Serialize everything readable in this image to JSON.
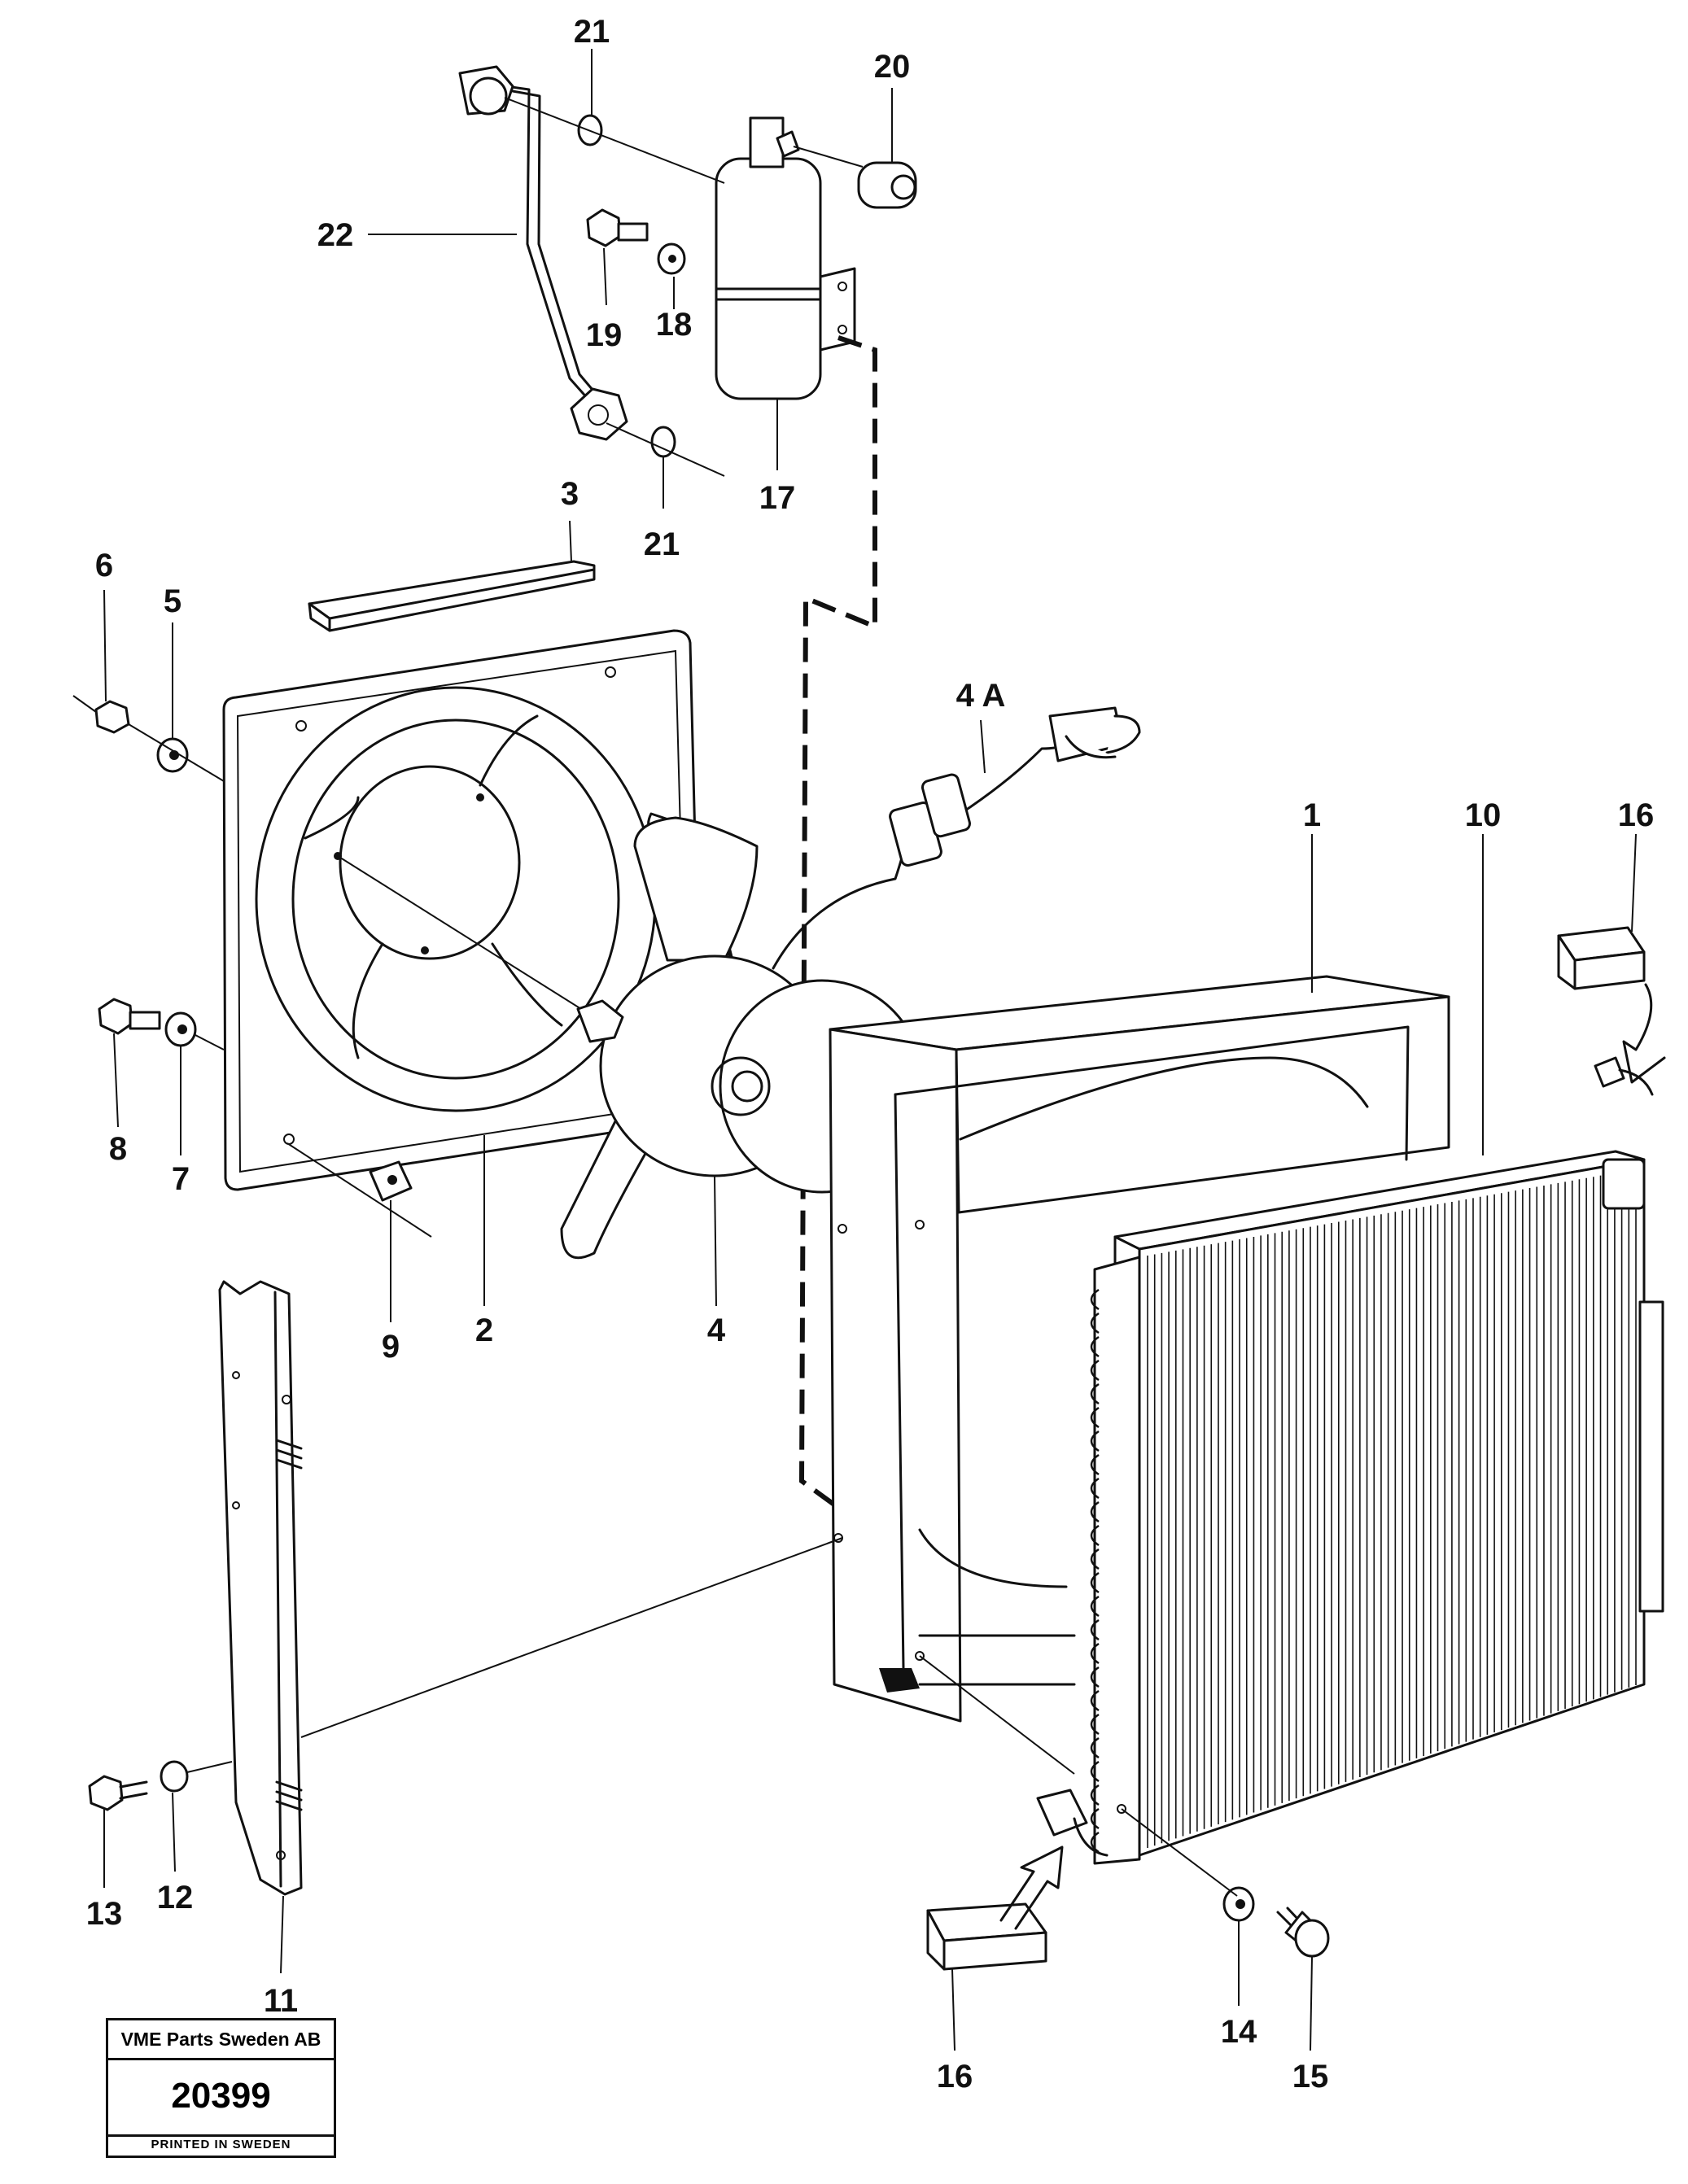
{
  "callouts": {
    "c1": "1",
    "c2": "2",
    "c3": "3",
    "c4": "4",
    "c4a": "4 A",
    "c5": "5",
    "c6": "6",
    "c7": "7",
    "c8": "8",
    "c9": "9",
    "c10": "10",
    "c11": "11",
    "c12": "12",
    "c13": "13",
    "c14": "14",
    "c15": "15",
    "c16a": "16",
    "c16b": "16",
    "c17": "17",
    "c18": "18",
    "c19": "19",
    "c20": "20",
    "c21a": "21",
    "c21b": "21",
    "c22": "22"
  },
  "title_block": {
    "company": "VME Parts Sweden AB",
    "number": "20399",
    "printed": "PRINTED IN SWEDEN"
  }
}
